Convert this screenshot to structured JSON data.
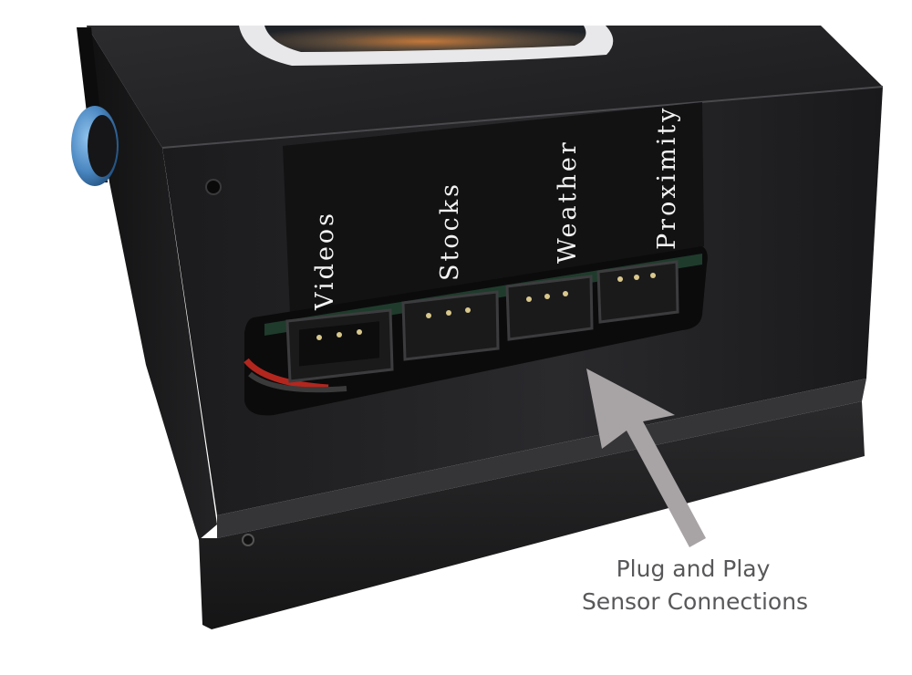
{
  "labels": {
    "videos": "Videos",
    "stocks": "Stocks",
    "weather": "Weather",
    "proximity": "Proximity"
  },
  "caption": {
    "line1": "Plug and Play",
    "line2": "Sensor Connections"
  },
  "colors": {
    "enclosure": "#1c1c1e",
    "label_strip": "#121213",
    "label_text": "#f2f2f2",
    "caption_text": "#58585a",
    "arrow": "#a8a4a6",
    "pcb": "#1f3b2c",
    "wire_red": "#b3261e",
    "knob_blue": "#4a86c0"
  },
  "icons": {
    "arrow": "arrow-up-left-icon",
    "status_led": "led-hole-icon",
    "screw": "screw-icon"
  }
}
